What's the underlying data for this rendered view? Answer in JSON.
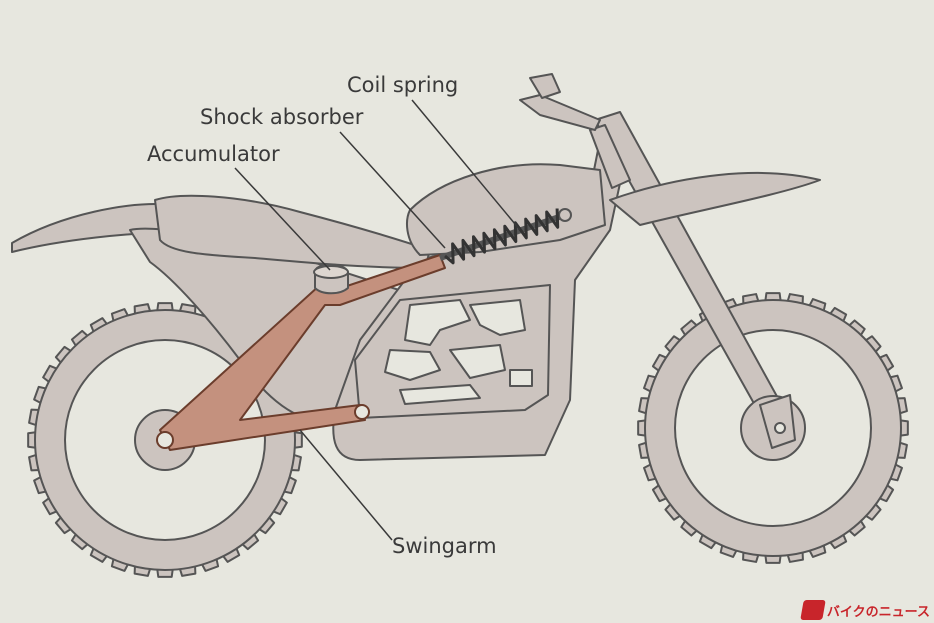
{
  "labels": {
    "coil_spring": "Coil spring",
    "shock_absorber": "Shock absorber",
    "accumulator": "Accumulator",
    "swingarm": "Swingarm"
  },
  "watermark": {
    "text": "バイクのニュース",
    "color": "#c8252b"
  },
  "colors": {
    "background": "#e7e7df",
    "body_fill": "#ccc4bf",
    "outline": "#555555",
    "swingarm_highlight": "#c4917e"
  }
}
